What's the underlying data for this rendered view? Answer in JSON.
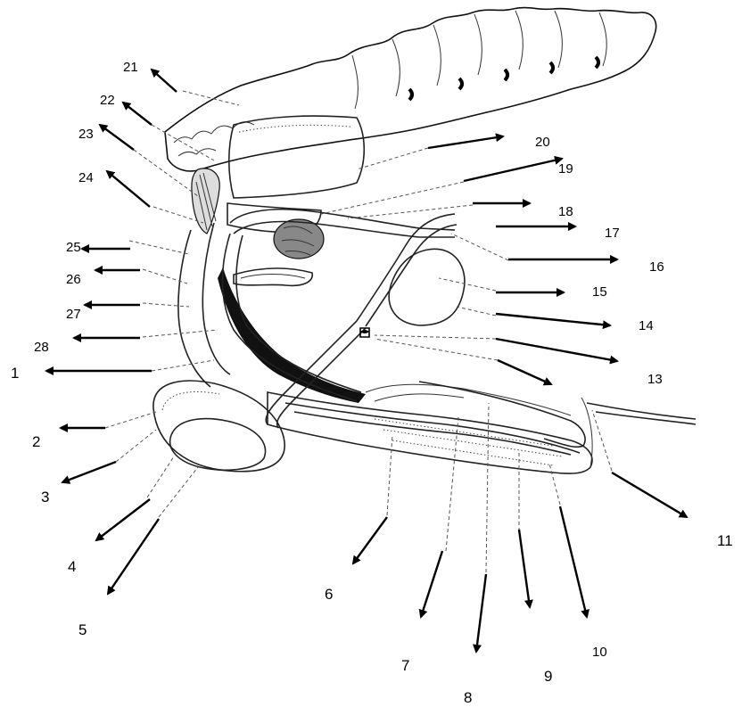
{
  "labels": {
    "l1": "1",
    "l2": "2",
    "l3": "3",
    "l4": "4",
    "l5": "5",
    "l6": "6",
    "l7": "7",
    "l8": "8",
    "l9": "9",
    "l10": "10",
    "l11": "11",
    "l13": "13",
    "l14": "14",
    "l15": "15",
    "l16": "16",
    "l17": "17",
    "l18": "18",
    "l19": "19",
    "l20": "20",
    "l21": "21",
    "l22": "22",
    "l23": "23",
    "l24": "24",
    "l25": "25",
    "l26": "26",
    "l27": "27",
    "l28": "28"
  },
  "colors": {
    "ink": "#000000",
    "fill_dark": "#111111"
  }
}
